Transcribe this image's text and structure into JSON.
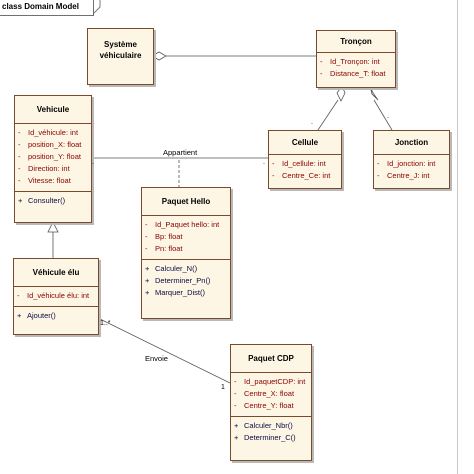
{
  "frame": {
    "title": "class Domain Model"
  },
  "classes": {
    "systeme": {
      "name_line1": "Système",
      "name_line2": "véhiculaire"
    },
    "troncon": {
      "name": "Tronçon",
      "attributes": [
        {
          "vis": "-",
          "text": "Id_Tronçon: int"
        },
        {
          "vis": "-",
          "text": "Distance_T: float"
        }
      ]
    },
    "vehicule": {
      "name": "Vehicule",
      "attributes": [
        {
          "vis": "-",
          "text": "Id_véhicule: int"
        },
        {
          "vis": "-",
          "text": "position_X: float"
        },
        {
          "vis": "-",
          "text": "position_Y: float"
        },
        {
          "vis": "-",
          "text": "Direction: int"
        },
        {
          "vis": "-",
          "text": "Vitesse: float"
        }
      ],
      "operations": [
        {
          "vis": "+",
          "text": "Consulter()"
        }
      ]
    },
    "cellule": {
      "name": "Cellule",
      "attributes": [
        {
          "vis": "-",
          "text": "Id_cellule: int"
        },
        {
          "vis": "-",
          "text": "Centre_Ce: int"
        }
      ]
    },
    "jonction": {
      "name": "Jonction",
      "attributes": [
        {
          "vis": "-",
          "text": "Id_jonction: int"
        },
        {
          "vis": "-",
          "text": "Centre_J: int"
        }
      ]
    },
    "hello": {
      "name": "Paquet Hello",
      "attributes": [
        {
          "vis": "-",
          "text": "Id_Paquet hello: int"
        },
        {
          "vis": "-",
          "text": "Bp: float"
        },
        {
          "vis": "-",
          "text": "Pn: float"
        }
      ],
      "operations": [
        {
          "vis": "+",
          "text": "Calculer_N()"
        },
        {
          "vis": "+",
          "text": "Determiner_Pn()"
        },
        {
          "vis": "+",
          "text": "Marquer_Dist()"
        }
      ]
    },
    "vehicule_elu": {
      "name": "Véhicule élu",
      "attributes": [
        {
          "vis": "-",
          "text": "Id_véhicule élu: int"
        }
      ],
      "operations": [
        {
          "vis": "+",
          "text": "Ajouter()"
        }
      ]
    },
    "cdp": {
      "name": "Paquet CDP",
      "attributes": [
        {
          "vis": "-",
          "text": "Id_paquetCDP: int"
        },
        {
          "vis": "-",
          "text": "Centre_X: float"
        },
        {
          "vis": "-",
          "text": "Centre_Y: float"
        }
      ],
      "operations": [
        {
          "vis": "+",
          "text": "Calculer_Nbr()"
        },
        {
          "vis": "+",
          "text": "Determiner_C()"
        }
      ]
    }
  },
  "associations": {
    "appartient": "Appartient",
    "envoie": "Envoie",
    "envoie_mult_source": "1..*",
    "envoie_mult_target": "1"
  },
  "colors": {
    "class_fill": "#fdf6e4",
    "class_border": "#7a4a2a",
    "attribute_text": "#8a0000",
    "operation_text": "#0a0a40",
    "line": "#555555"
  }
}
